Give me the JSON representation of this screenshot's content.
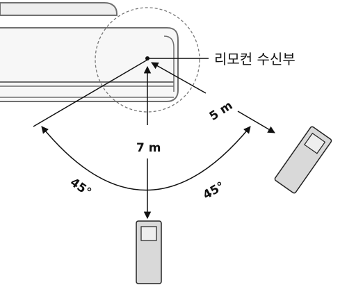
{
  "receiver_label": "리모컨 수신부",
  "distance_front": "7 m",
  "distance_side": "5 m",
  "angle_left": "45°",
  "angle_right": "45°",
  "colors": {
    "line": "#111111",
    "unit_fill": "#f2f2f2",
    "unit_stroke": "#6f6f6f",
    "remote_fill": "#d9d9d9",
    "remote_stroke": "#222222",
    "dashed_circle": "#777777"
  }
}
